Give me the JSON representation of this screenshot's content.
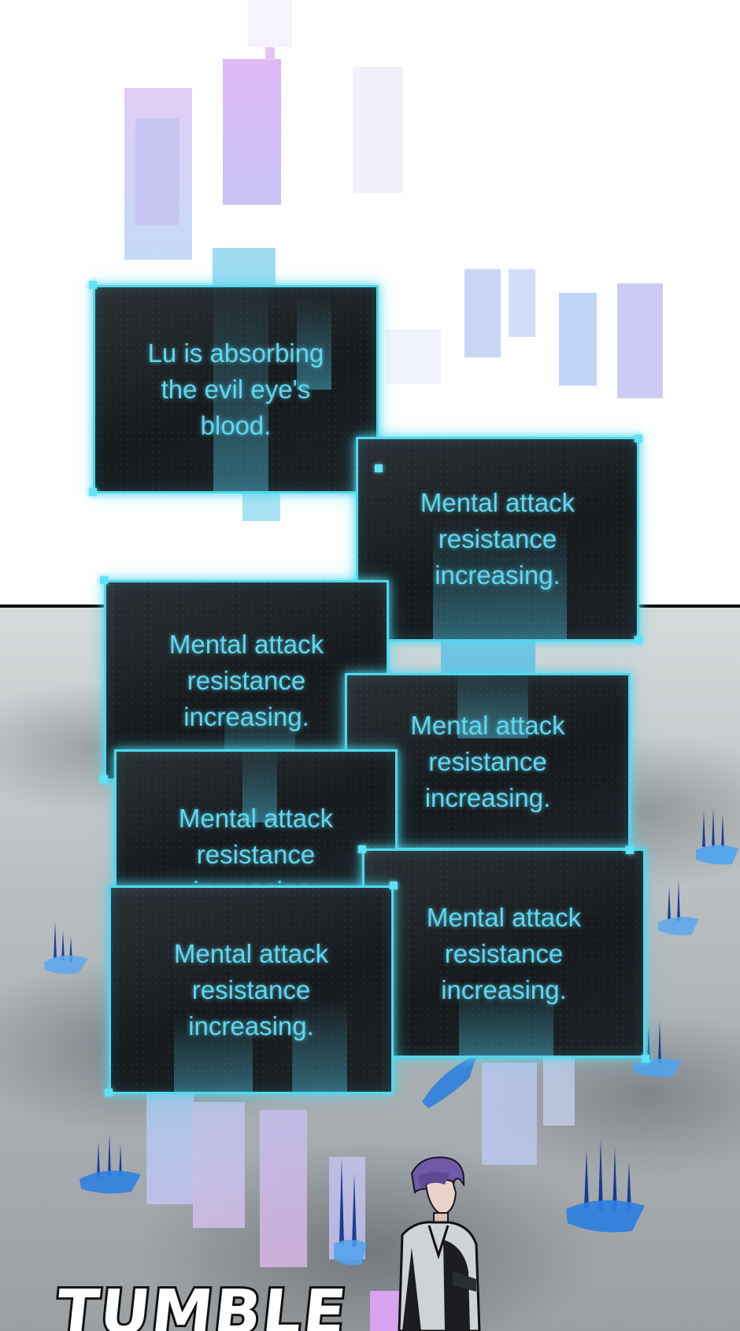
{
  "scene": {
    "colors": {
      "panel_border": "#4fd8ef",
      "panel_text": "#5fd7f0",
      "panel_background": "#1a1f22",
      "pillar_violet": "#d9b9f2",
      "pillar_blue": "#b9cdf5",
      "pillar_cyan": "#8fdcf0",
      "crystal_blue": "#2f7fe0",
      "sky": "#b4b9bb"
    },
    "panels": [
      {
        "text": "Lu is absorbing\nthe evil eye's\nblood."
      },
      {
        "text": "Mental attack\nresistance\nincreasing."
      },
      {
        "text": "Mental attack\nresistance\nincreasing."
      },
      {
        "text": "Mental attack\nresistance\nincreasing."
      },
      {
        "text": "Mental attack\nresistance\nincreasing."
      },
      {
        "text": "Mental attack\nresistance\nincreasing."
      },
      {
        "text": "Mental attack\nresistance\nincreasing."
      }
    ],
    "sound_effect": "TUMBLE"
  }
}
